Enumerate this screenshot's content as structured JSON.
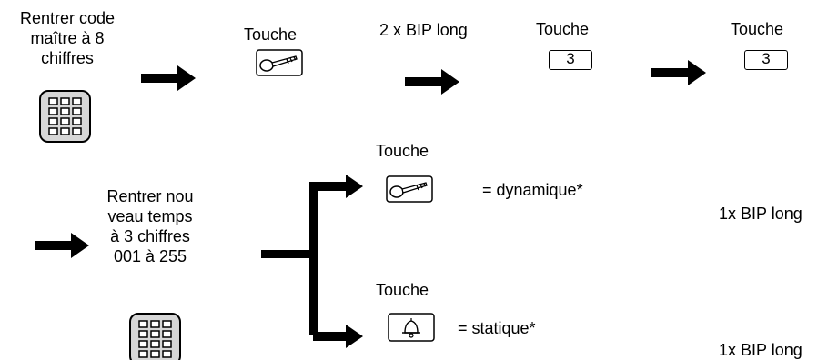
{
  "row1": {
    "step1_label": [
      "Rentrer code",
      "maître à 8",
      "chiffres"
    ],
    "step2_label": "Touche",
    "step3_label": "2 x BIP long",
    "step4_label": "Touche",
    "step4_digit": "3",
    "step5_label": "Touche",
    "step5_digit": "3"
  },
  "row2": {
    "step_label": [
      "Rentrer nou",
      "veau temps",
      "à 3 chiffres",
      "001 à 255"
    ],
    "branch_top": {
      "label": "Touche",
      "result": "= dynamique*",
      "feedback": "1x BIP long"
    },
    "branch_bottom": {
      "label": "Touche",
      "result": "= statique*",
      "feedback": "1x BIP long"
    }
  },
  "icons": {
    "keypad": "keypad-icon",
    "key": "key-icon",
    "bell": "bell-icon",
    "arrow": "right-arrow-icon"
  }
}
